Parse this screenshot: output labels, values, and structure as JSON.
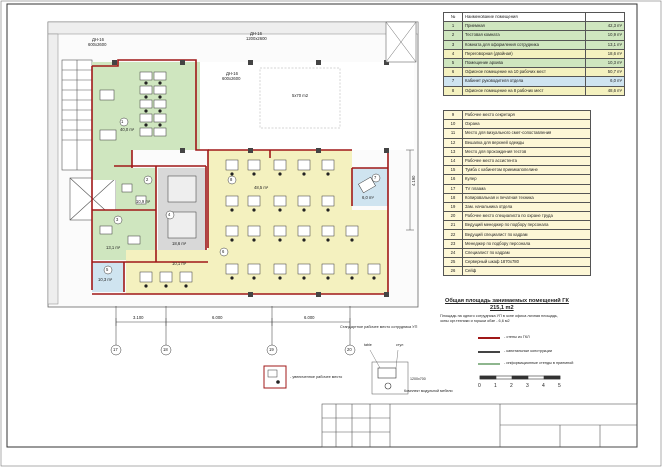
{
  "colors": {
    "frame": "#333333",
    "wall": "#a01818",
    "wall_dark": "#444444",
    "green_zone": "#cfe6bf",
    "yellow_zone": "#f4f1bf",
    "blue_zone": "#cfe4f0",
    "grey_zone": "#d8d8d8",
    "corridor": "#f2f2f2"
  },
  "rooms_table": {
    "header": {
      "no": "№",
      "name": "Наименование помещения",
      "area": ""
    },
    "rows": [
      {
        "no": "1",
        "name": "Приемная",
        "area": "42,3 m²",
        "color": "#cfe6bf"
      },
      {
        "no": "2",
        "name": "Тестовая комната",
        "area": "10,9 m²",
        "color": "#cfe6bf"
      },
      {
        "no": "3",
        "name": "Комната для оформления сотрудника",
        "area": "13,1 m²",
        "color": "#cfe6bf"
      },
      {
        "no": "4",
        "name": "Переговорная (двойная)",
        "area": "18,6 m²",
        "color": "#f4f1bf"
      },
      {
        "no": "5",
        "name": "Помещение архива",
        "area": "10,3 m²",
        "color": "#cfe6bf"
      },
      {
        "no": "6",
        "name": "Офисное помещение на 10 рабочих мест",
        "area": "50,7 m²",
        "color": "#f4f1bf"
      },
      {
        "no": "7",
        "name": "Кабинет руководителя отдела",
        "area": "6,0 m²",
        "color": "#cfe4f0"
      },
      {
        "no": "8",
        "name": "Офисное помещение на 8 рабочих мест",
        "area": "48,6 m²",
        "color": "#f4f1bf"
      }
    ]
  },
  "legend_table": {
    "rows": [
      {
        "no": "9",
        "name": "Рабочее место секретаря"
      },
      {
        "no": "10",
        "name": "Охрана"
      },
      {
        "no": "11",
        "name": "Место для визуального смет-сопоставления"
      },
      {
        "no": "12",
        "name": "Вешалка для верхней одежды"
      },
      {
        "no": "13",
        "name": "Место для прохождения тестов"
      },
      {
        "no": "14",
        "name": "Рабочее место ассистента"
      },
      {
        "no": "15",
        "name": "Тумба с кабинетом приемкапопелине"
      },
      {
        "no": "16",
        "name": "Кулер"
      },
      {
        "no": "17",
        "name": "TV плазма"
      },
      {
        "no": "18",
        "name": "Копировальная и печатная техника"
      },
      {
        "no": "19",
        "name": "Зам. начальника отдела"
      },
      {
        "no": "20",
        "name": "Рабочее место специалиста по охране труда"
      },
      {
        "no": "21",
        "name": "Ведущий менеджер по подбору персонала"
      },
      {
        "no": "22",
        "name": "Ведущий специалист по кадрам"
      },
      {
        "no": "23",
        "name": "Менеджер по подбору персонала"
      },
      {
        "no": "24",
        "name": "Специалист по кадрам"
      },
      {
        "no": "25",
        "name": "Серверный шкаф 1870х780"
      },
      {
        "no": "26",
        "name": "Сейф"
      }
    ]
  },
  "summary": {
    "title": "Общая площадь занимаемых помещений ГК",
    "value": "215,1 m2",
    "note_line1": "Площадь на одного сотрудника УП в зоне офиса личная площадь,",
    "note_line2": "зоны орг.техники и горшки обзе - 6,6 м2"
  },
  "plan_labels": {
    "room1_no": "1",
    "room1_area": "40,0 m²",
    "room2_no": "2",
    "room2_area": "10,9 m²",
    "room3_no": "3",
    "room3_area": "13,1 m²",
    "room4_no": "4",
    "room4_area": "18,6 m²",
    "room5_no": "5",
    "room5_area": "10,3 m²",
    "room6_no": "6",
    "room6_area": "10,1 m²",
    "room7_no": "7",
    "room7_area": "6,0 m²",
    "room8_no": "8",
    "room8_area": "48,5 m²",
    "shaft_label": "5x70 m2",
    "door1_label": "ДН-16",
    "door1_size": "600x2600",
    "door2_label": "ДН-16",
    "door2_size": "600x2600",
    "door3_label": "ДН-16",
    "door3_size": "1200x2600",
    "dim_right": "4.190",
    "dim_bottom_1": "3.100",
    "dim_bottom_2": "6.000",
    "dim_bottom_3": "6.000",
    "axis_1": "17",
    "axis_2": "18",
    "axis_3": "19",
    "axis_4": "20"
  },
  "lower_legend": {
    "workplace_title": "Стандартное рабочее место сотрудника УП",
    "workplace_label_left": "table",
    "workplace_label_right": "стул",
    "workplace_dim": "1200x700",
    "workplace_caption": "Комплект модульной мебели",
    "equip_caption": "- увеличенное рабочее место",
    "wall_new": "- стены из ГКЛ",
    "wall_existing": "- капитальные конструкции",
    "wall_info": "- информационные стенды в приемной",
    "scale_0": "0",
    "scale_1": "1",
    "scale_2": "2",
    "scale_3": "3",
    "scale_4": "4",
    "scale_5": "5"
  }
}
